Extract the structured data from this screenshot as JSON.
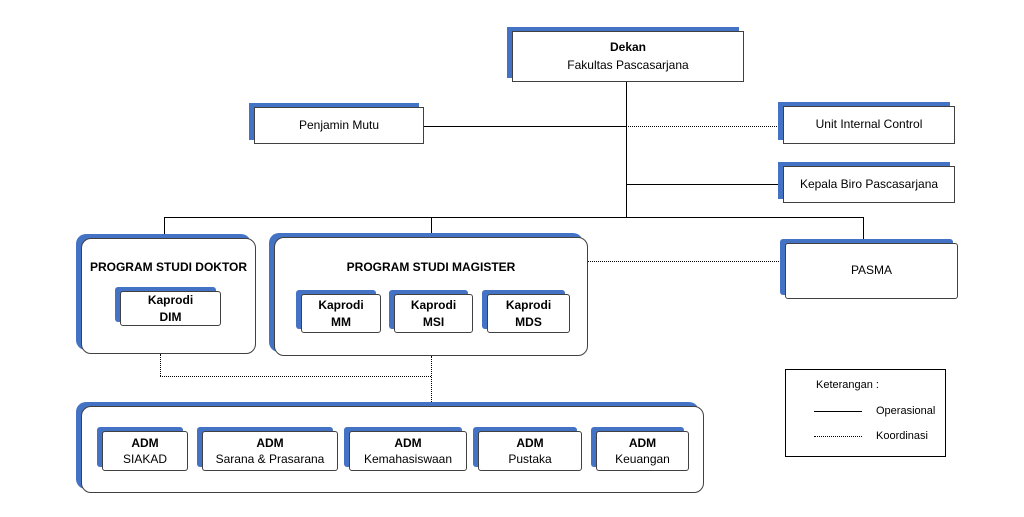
{
  "dekan": {
    "title": "Dekan",
    "subtitle": "Fakultas Pascasarjana"
  },
  "penjamin_mutu": "Penjamin Mutu",
  "unit_internal_control": "Unit Internal Control",
  "kepala_biro": "Kepala Biro Pascasarjana",
  "pasma": "PASMA",
  "doktor": {
    "title": "PROGRAM STUDI DOKTOR",
    "kaprodi": {
      "line1": "Kaprodi",
      "line2": "DIM"
    }
  },
  "magister": {
    "title": "PROGRAM STUDI MAGISTER",
    "kaprodi": [
      {
        "line1": "Kaprodi",
        "line2": "MM"
      },
      {
        "line1": "Kaprodi",
        "line2": "MSI"
      },
      {
        "line1": "Kaprodi",
        "line2": "MDS"
      }
    ]
  },
  "adm": [
    {
      "title": "ADM",
      "subtitle": "SIAKAD"
    },
    {
      "title": "ADM",
      "subtitle": "Sarana & Prasarana"
    },
    {
      "title": "ADM",
      "subtitle": "Kemahasiswaan"
    },
    {
      "title": "ADM",
      "subtitle": "Pustaka"
    },
    {
      "title": "ADM",
      "subtitle": "Keuangan"
    }
  ],
  "legend": {
    "title": "Keterangan :",
    "solid": "Operasional",
    "dotted": "Koordinasi"
  },
  "colors": {
    "accent": "#4472c4",
    "border": "#404040",
    "line": "#000000"
  }
}
